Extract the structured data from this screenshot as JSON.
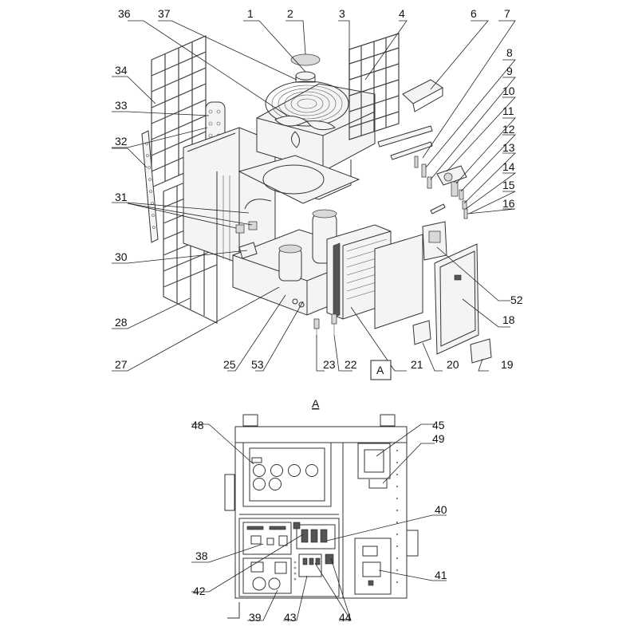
{
  "diagram": {
    "callouts_top": [
      "1",
      "2",
      "3",
      "4",
      "6",
      "7",
      "8",
      "9",
      "10",
      "11",
      "12",
      "13",
      "14",
      "15",
      "16",
      "18",
      "19",
      "20",
      "21",
      "22",
      "23",
      "25",
      "27",
      "28",
      "30",
      "31",
      "32",
      "33",
      "34",
      "36",
      "37",
      "52",
      "53"
    ],
    "detail_box_label": "A",
    "detail_title": "A",
    "callouts_bottom": [
      "38",
      "39",
      "40",
      "41",
      "42",
      "43",
      "44",
      "45",
      "48",
      "49"
    ]
  }
}
